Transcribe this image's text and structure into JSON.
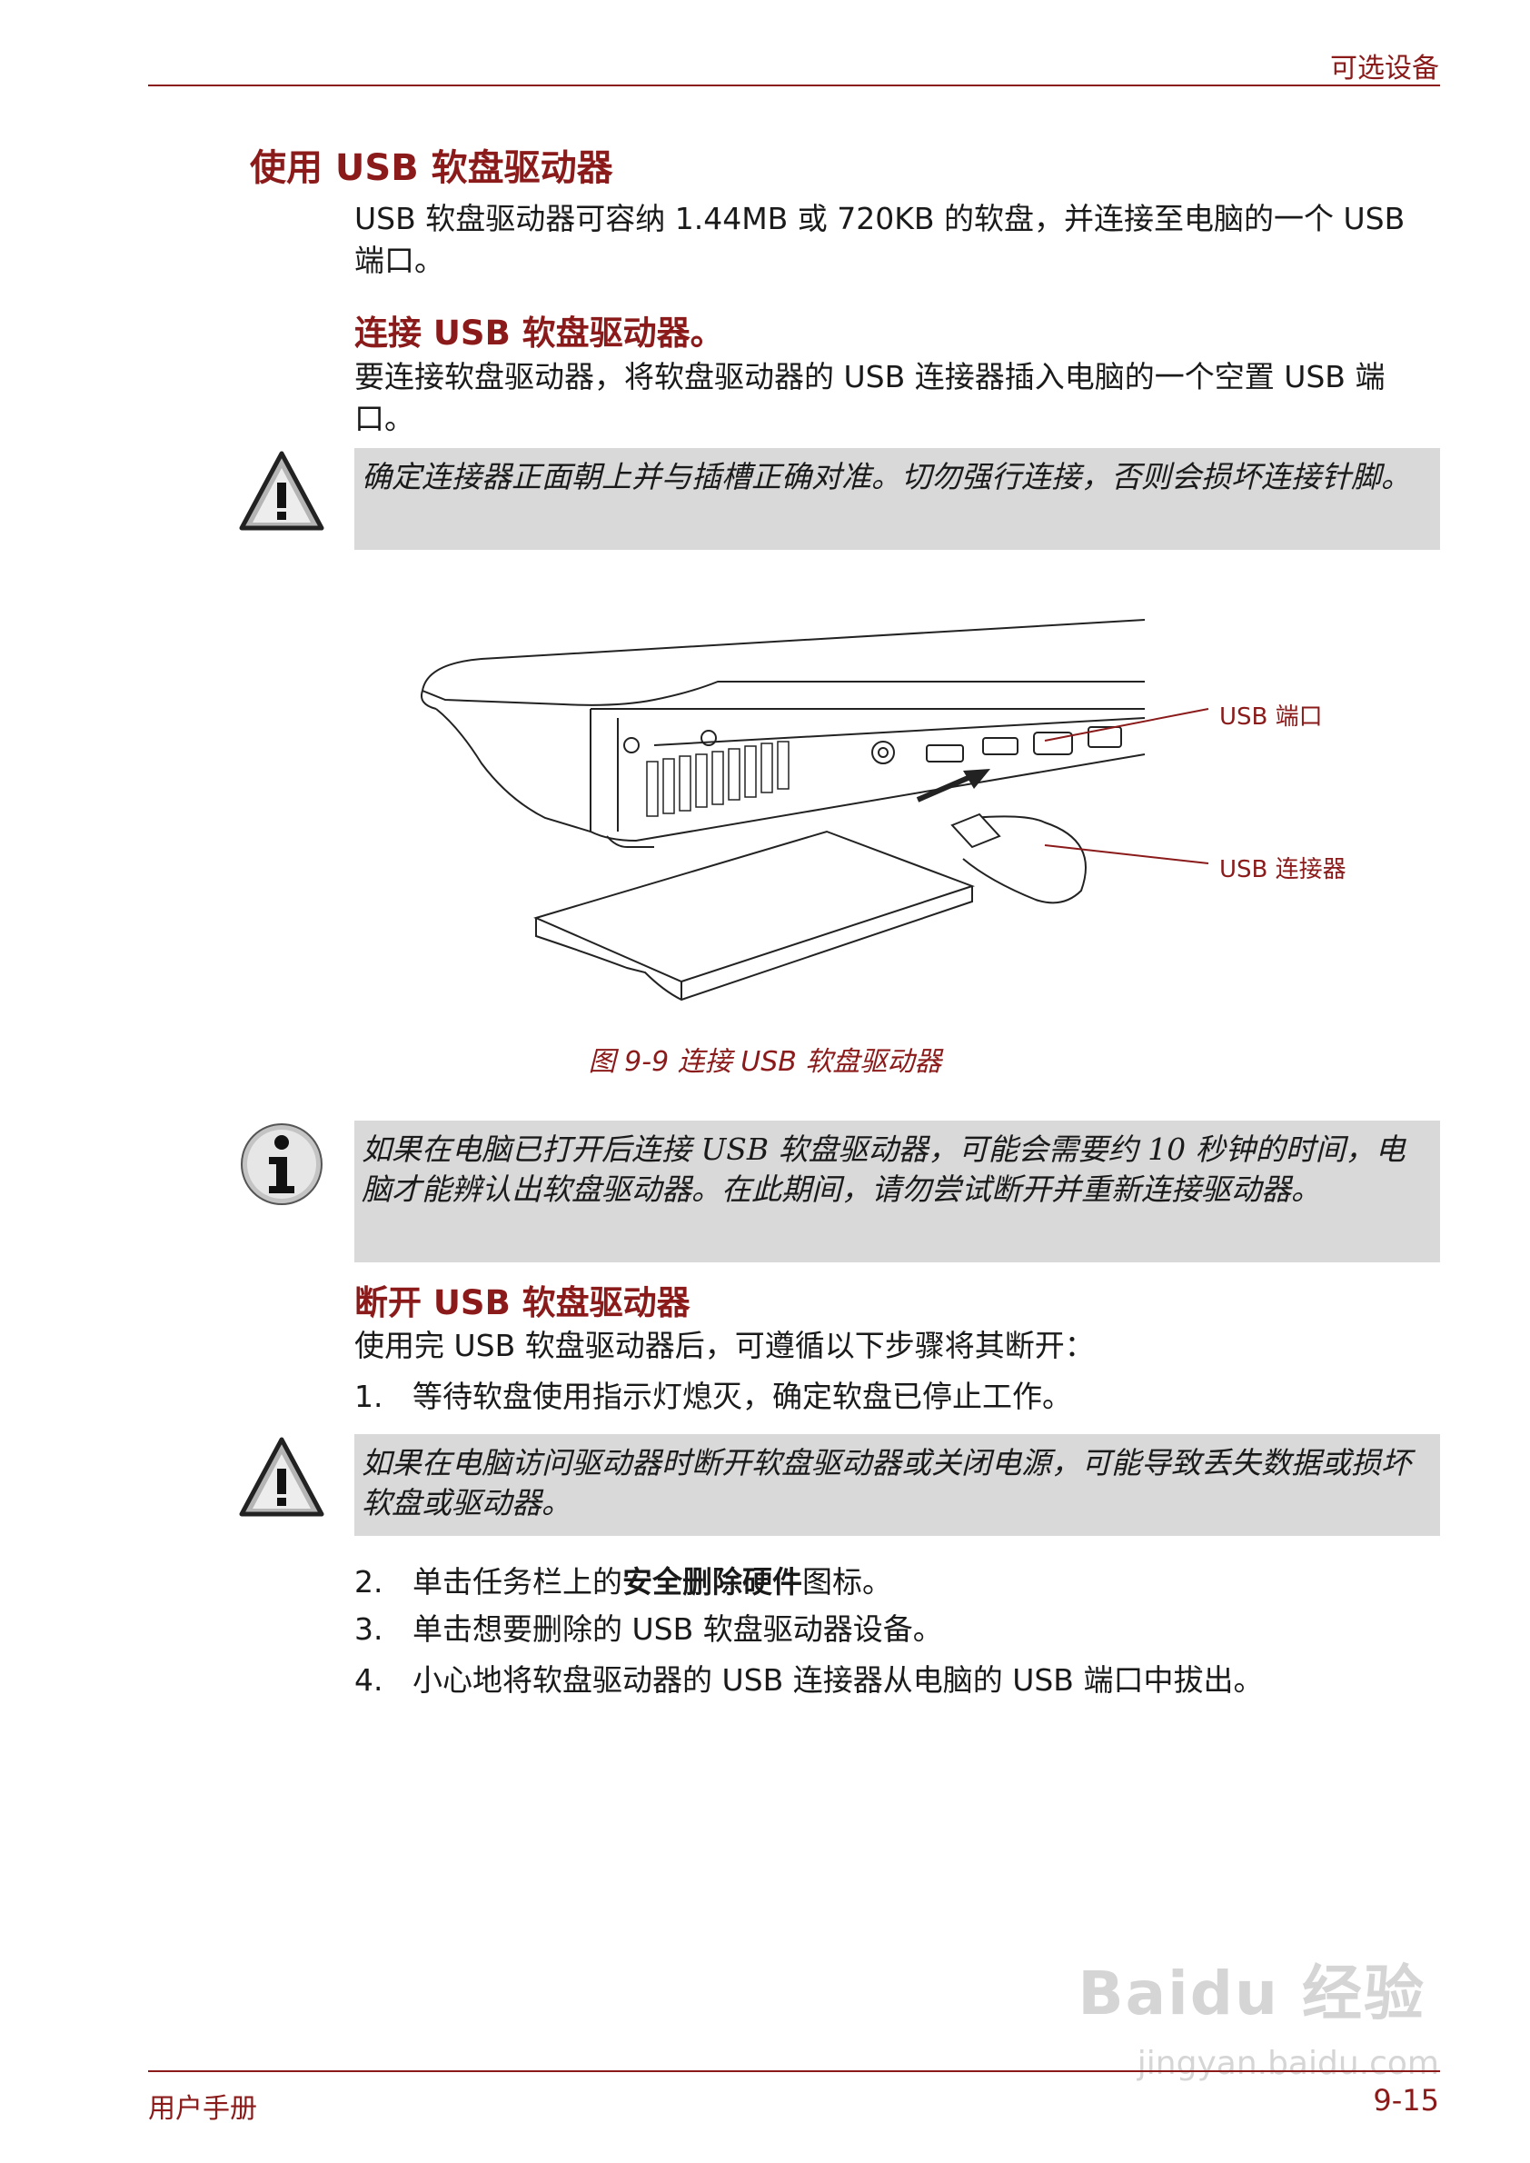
{
  "header": {
    "section": "可选设备"
  },
  "title": "使用 USB 软盘驱动器",
  "intro": "USB 软盘驱动器可容纳 1.44MB 或 720KB 的软盘，并连接至电脑的一个 USB 端口。",
  "connect": {
    "heading": "连接 USB 软盘驱动器。",
    "text": "要连接软盘驱动器，将软盘驱动器的 USB 连接器插入电脑的一个空置 USB 端口。",
    "warning": "确定连接器正面朝上并与插槽正确对准。切勿强行连接，否则会损坏连接针脚。"
  },
  "figure": {
    "label_port": "USB 端口",
    "label_connector": "USB 连接器",
    "caption": "图 9-9 连接 USB 软盘驱动器"
  },
  "info_note": "如果在电脑已打开后连接 USB 软盘驱动器，可能会需要约 10 秒钟的时间，电脑才能辨认出软盘驱动器。在此期间，请勿尝试断开并重新连接驱动器。",
  "disconnect": {
    "heading": "断开 USB 软盘驱动器",
    "text": "使用完 USB 软盘驱动器后，可遵循以下步骤将其断开：",
    "step1_num": "1.",
    "step1": "等待软盘使用指示灯熄灭，确定软盘已停止工作。",
    "warning": "如果在电脑访问驱动器时断开软盘驱动器或关闭电源，可能导致丢失数据或损坏软盘或驱动器。",
    "step2_num": "2.",
    "step2_pre": "单击任务栏上的",
    "step2_bold": "安全删除硬件",
    "step2_post": "图标。",
    "step3_num": "3.",
    "step3": "单击想要删除的 USB 软盘驱动器设备。",
    "step4_num": "4.",
    "step4": "小心地将软盘驱动器的 USB 连接器从电脑的 USB 端口中拔出。"
  },
  "footer": {
    "left": "用户手册",
    "right": "9-15"
  },
  "watermark": {
    "brand": "Baidu 经验",
    "url": "jingyan.baidu.com"
  },
  "colors": {
    "accent": "#8b1a1a",
    "note_bg": "#d9d9d9"
  }
}
